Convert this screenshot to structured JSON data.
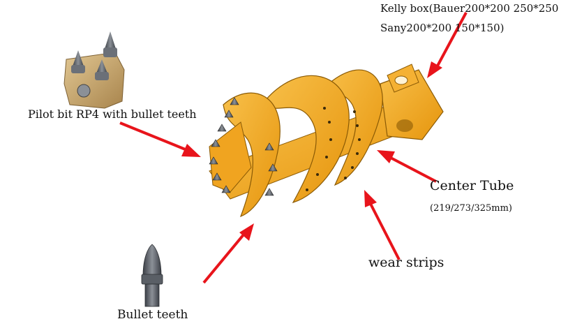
{
  "labels": {
    "kelly_box_line1": "Kelly box(Bauer200*200 250*250",
    "kelly_box_line2": "Sany200*200 150*150)",
    "pilot_bit": "Pilot bit RP4 with bullet teeth",
    "center_tube": "Center Tube",
    "center_tube_sizes": "(219/273/325mm)",
    "wear_strips": "wear strips",
    "bullet_teeth": "Bullet teeth"
  },
  "colors": {
    "auger_body": "#f2a51c",
    "auger_shade": "#c77d0a",
    "arrow": "#e8141b",
    "teeth": "#5a5f66",
    "pilot_block": "#c9a66b"
  }
}
